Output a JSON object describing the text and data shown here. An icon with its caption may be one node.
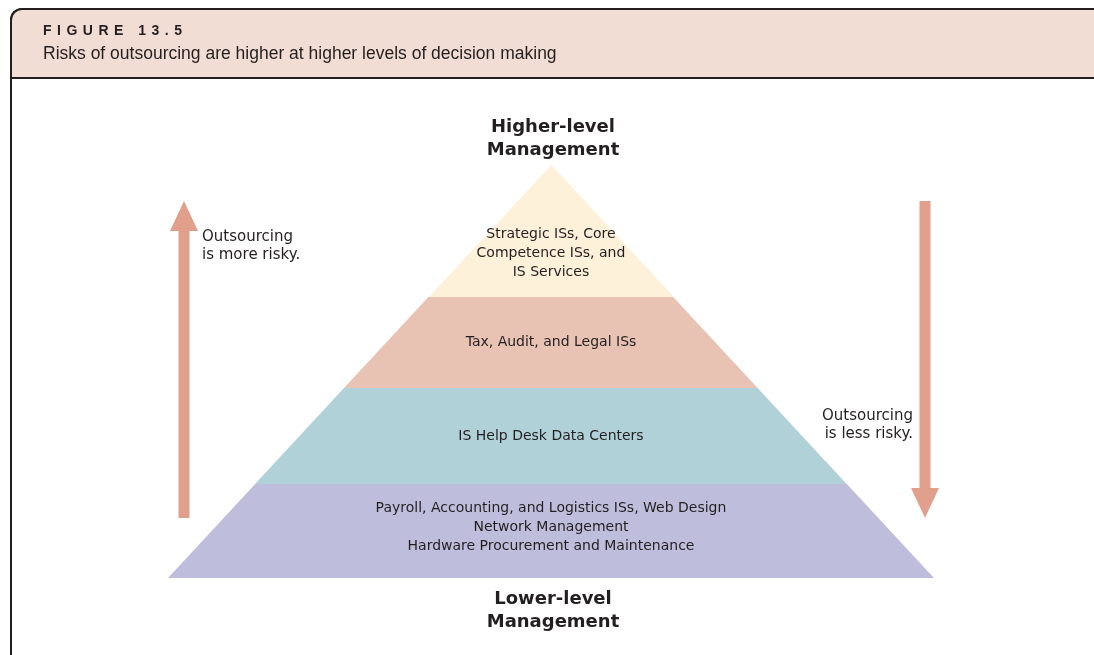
{
  "diagram": {
    "title": "FIGURE 13.5",
    "caption": "Risks of outsourcing are higher at higher levels of decision making",
    "nodes": [
      {
        "text": [
          "Strategic ISs, Core Competence ISs, and IS Services"
        ]
      },
      {
        "text": [
          "Tax, Audit, and Legal ISs"
        ]
      },
      {
        "text": [
          "IS Help Desk Data Centers"
        ]
      },
      {
        "text": [
          "Payroll, Accounting, and Logistics ISs, Web Design",
          "Network Management",
          "Hardware Procurement and Maintenance"
        ]
      }
    ],
    "labels": [
      "Higher-level Management",
      "Outsourcing is more risky.",
      "Outsourcing is less risky.",
      "Lower-level Management"
    ]
  }
}
